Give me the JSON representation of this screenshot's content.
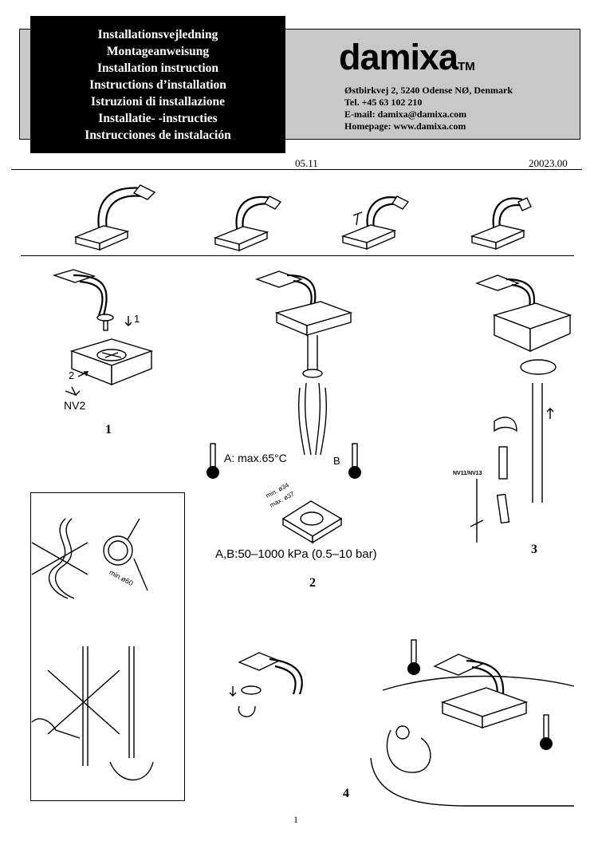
{
  "header": {
    "titles": [
      "Installationsvejledning",
      "Montageanweisung",
      "Installation instruction",
      "Instructions d’installation",
      "Istruzioni di installazione",
      "Installatie- -instructies",
      "Instrucciones de instalación"
    ],
    "brand": "damixa",
    "brand_mark": "TM",
    "address": "Østbirkvej 2, 5240 Odense NØ, Denmark",
    "phone": "Tel. +45 63 102 210",
    "email": "E-mail: damixa@damixa.com",
    "homepage": "Homepage: www.damixa.com",
    "date": "05.11",
    "doc_number": "20023.00"
  },
  "steps": {
    "s1": "1",
    "s2": "2",
    "s3": "3",
    "s4": "4"
  },
  "labels": {
    "arrow_1": "1",
    "arrow_2": "2",
    "nv2": "NV2",
    "temp_a": "A:  max.65°C",
    "temp_b": "B",
    "min_dia": "min. ø34",
    "max_dia": "max. ø37",
    "pressure": "A,B:50–1000 kPa (0.5–10 bar)",
    "nv11": "NV11/NV13",
    "min_bend": "min.ø60"
  },
  "footer": {
    "page": "1"
  }
}
